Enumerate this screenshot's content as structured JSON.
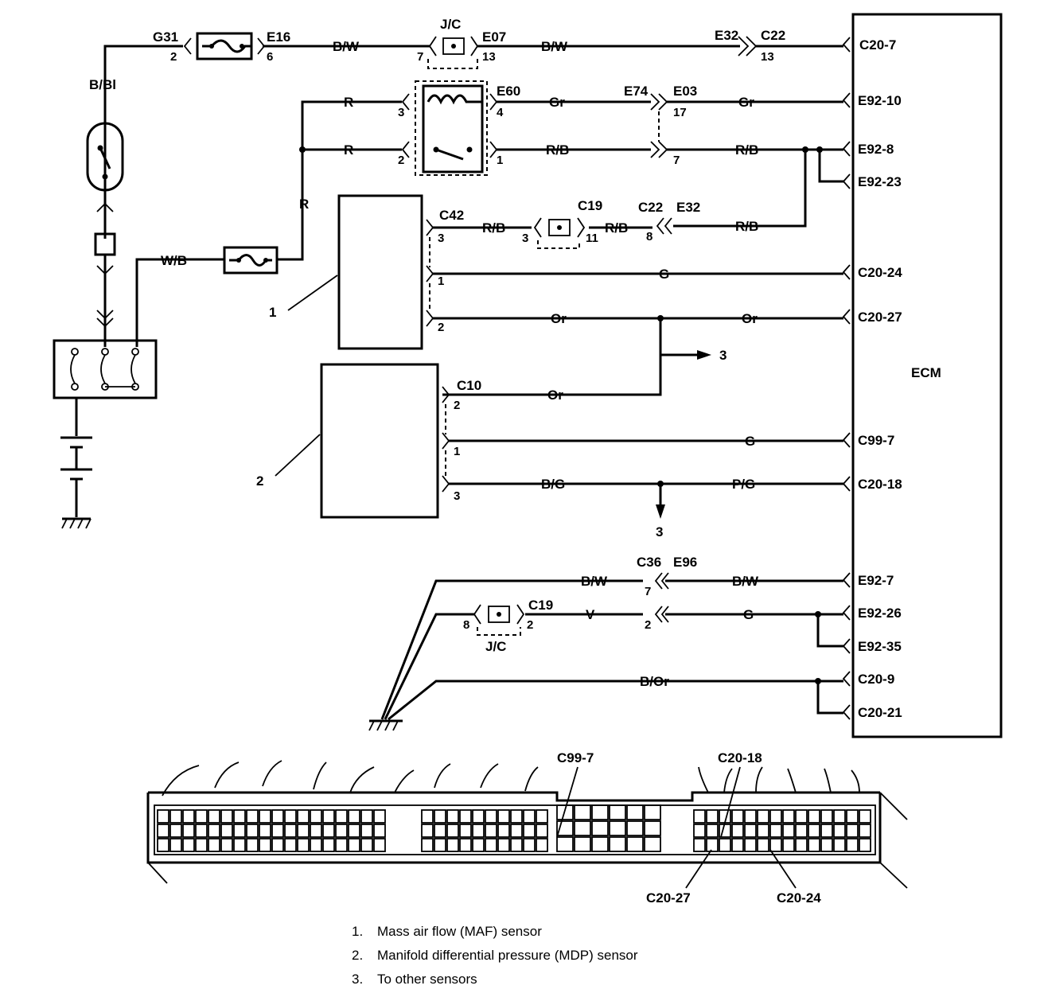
{
  "ecm": {
    "label": "ECM"
  },
  "ecm_pins": [
    "C20-7",
    "E92-10",
    "E92-8",
    "E92-23",
    "C20-24",
    "C20-27",
    "C99-7",
    "C20-18",
    "E92-7",
    "E92-26",
    "E92-35",
    "C20-9",
    "C20-21"
  ],
  "wires": {
    "bbl": "B/Bl",
    "bw1": "B/W",
    "bw2": "B/W",
    "r1": "R",
    "r2": "R",
    "r3": "R",
    "gr1": "Gr",
    "gr2": "Gr",
    "rb1": "R/B",
    "rb2": "R/B",
    "rb3": "R/B",
    "rb4": "R/B",
    "rb5": "R/B",
    "wb": "W/B",
    "g1": "G",
    "or1": "Or",
    "or2": "Or",
    "or3": "Or",
    "g2": "G",
    "bg": "B/G",
    "pg": "P/G",
    "bw3": "B/W",
    "bw4": "B/W",
    "v": "V",
    "g3": "G",
    "bor": "B/Or"
  },
  "connectors": {
    "g31": "G31",
    "e16": "E16",
    "jc1": "J/C",
    "e07": "E07",
    "e32a": "E32",
    "c22a": "C22",
    "e60": "E60",
    "e74": "E74",
    "e03": "E03",
    "c42": "C42",
    "c19a": "C19",
    "c22b": "C22",
    "e32b": "E32",
    "c10": "C10",
    "c36": "C36",
    "e96": "E96",
    "c19b": "C19",
    "jc2": "J/C"
  },
  "pins": {
    "p2a": "2",
    "p6": "6",
    "p7a": "7",
    "p13a": "13",
    "p13b": "13",
    "p3a": "3",
    "p4": "4",
    "p17": "17",
    "p2b": "2",
    "p1a": "1",
    "p7b": "7",
    "p3b": "3",
    "p3c": "3",
    "p11": "11",
    "p8a": "8",
    "p1b": "1",
    "p2c": "2",
    "p2d": "2",
    "p1c": "1",
    "p3d": "3",
    "p7c": "7",
    "p8b": "8",
    "p2e": "2",
    "p2f": "2"
  },
  "callouts": {
    "c1": "1",
    "c2": "2",
    "c3a": "3",
    "c3b": "3"
  },
  "connector_view_labels": [
    "C99-7",
    "C20-18",
    "C20-27",
    "C20-24"
  ],
  "legend": [
    {
      "num": "1.",
      "text": "Mass air flow (MAF) sensor"
    },
    {
      "num": "2.",
      "text": "Manifold differential pressure (MDP) sensor"
    },
    {
      "num": "3.",
      "text": "To other sensors"
    }
  ]
}
